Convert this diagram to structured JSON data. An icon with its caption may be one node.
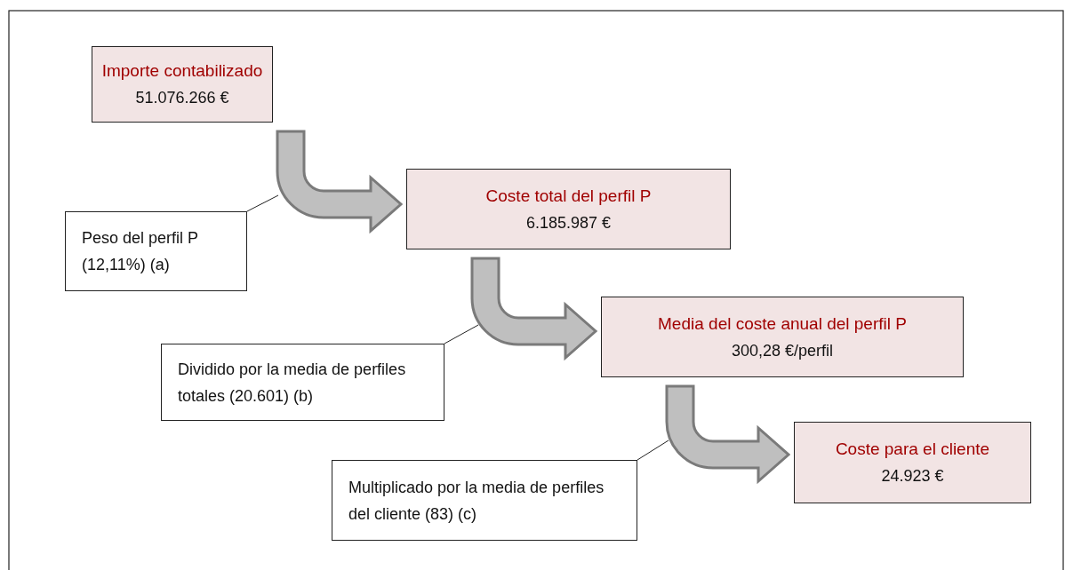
{
  "diagram": {
    "nodes": [
      {
        "text": [
          "Importe contabilizado",
          "51.076.266 €"
        ]
      },
      {
        "text": [
          "Coste total del perfil P",
          "6.185.987 €"
        ]
      },
      {
        "text": [
          "Media del coste anual del perfil P",
          "300,28 €/perfil"
        ]
      },
      {
        "text": [
          "Coste para el cliente",
          "24.923 €"
        ]
      },
      {
        "text": [
          "Peso del perfil P (12,11%) (a)"
        ]
      },
      {
        "text": [
          "Dividido por la media de perfiles totales (20.601) (b)"
        ]
      },
      {
        "text": [
          "Multiplicado por la media de perfiles del cliente (83) (c)"
        ]
      }
    ],
    "edges": [
      {
        "from": 0,
        "to": 1,
        "arrow": "to",
        "style": "thick"
      },
      {
        "from": 1,
        "to": 2,
        "arrow": "to",
        "style": "thick"
      },
      {
        "from": 2,
        "to": 3,
        "arrow": "to",
        "style": "thick"
      },
      {
        "from": 4,
        "to": null,
        "arrow": "none"
      },
      {
        "from": 5,
        "to": null,
        "arrow": "none"
      },
      {
        "from": 6,
        "to": null,
        "arrow": "none"
      }
    ]
  }
}
